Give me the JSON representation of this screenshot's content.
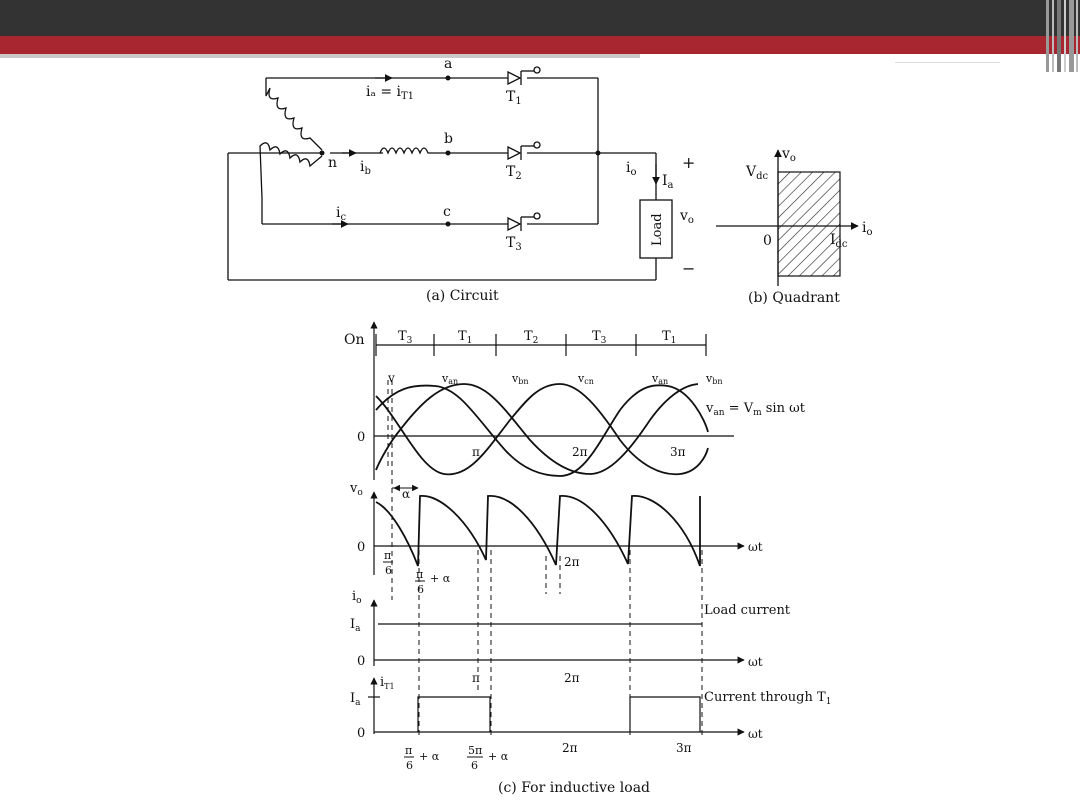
{
  "circuit": {
    "caption": "(a) Circuit",
    "node_a": "a",
    "node_b": "b",
    "node_c": "c",
    "node_n": "n",
    "ia_label": "iₐ = i",
    "ia_sub": "T1",
    "ib_label": "i",
    "ib_sub": "b",
    "ic_label": "i",
    "ic_sub": "c",
    "t1": "T",
    "t1_sub": "1",
    "t2": "T",
    "t2_sub": "2",
    "t3": "T",
    "t3_sub": "3",
    "io_label": "i",
    "io_sub": "o",
    "Ia_label": "I",
    "Ia_sub": "a",
    "vo_label": "v",
    "vo_sub": "o",
    "plus": "+",
    "minus": "−",
    "load": "Load"
  },
  "quadrant": {
    "caption": "(b) Quadrant",
    "vo": "v",
    "vo_sub": "o",
    "vdc": "V",
    "vdc_sub": "dc",
    "io": "i",
    "io_sub": "o",
    "idc": "I",
    "idc_sub": "dc",
    "zero": "0"
  },
  "waveforms": {
    "caption": "(c) For inductive load",
    "on": "On",
    "seq": [
      {
        "t": "T",
        "s": "3"
      },
      {
        "t": "T",
        "s": "1"
      },
      {
        "t": "T",
        "s": "2"
      },
      {
        "t": "T",
        "s": "3"
      },
      {
        "t": "T",
        "s": "1"
      }
    ],
    "v": "v",
    "van": "v",
    "van_sub": "an",
    "vbn": "v",
    "vbn_sub": "bn",
    "vcn": "v",
    "vcn_sub": "cn",
    "van2": "v",
    "van2_sub": "an",
    "vbn2": "v",
    "vbn2_sub": "bn",
    "eq_lhs": "v",
    "eq_lhs_sub": "an",
    "eq_mid": " = V",
    "eq_m": "m",
    "eq_rhs": " sin ωt",
    "zero": "0",
    "pi": "π",
    "two_pi": "2π",
    "three_pi": "3π",
    "vo": "v",
    "vo_sub": "o",
    "alpha": "α",
    "pi6_num": "π",
    "pi6_den": "6",
    "pi6a_num": "π",
    "pi6a_den": "6",
    "plus_alpha": "+ α",
    "omega_t": "ωt",
    "io": "i",
    "io_sub": "o",
    "Ia": "I",
    "Ia_sub": "a",
    "load_current": "Load current",
    "iT1": "i",
    "iT1_sub": "T1",
    "current_T1": "Current through T",
    "current_T1_sub": "1",
    "b_pi6_num": "π",
    "b_pi6_den": "6",
    "b_5pi6_num": "5π",
    "b_5pi6_den": "6"
  }
}
